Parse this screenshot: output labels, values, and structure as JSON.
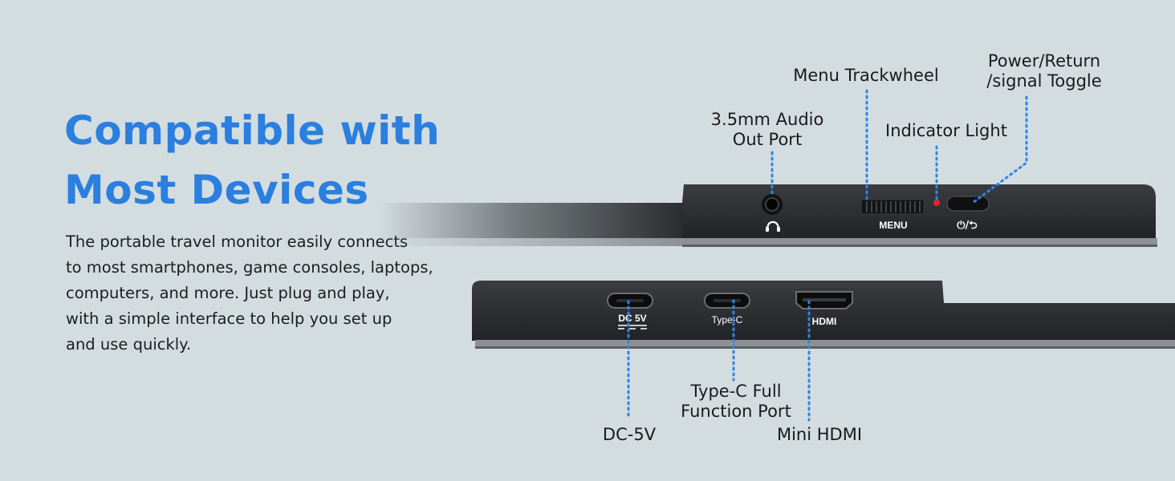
{
  "heading": {
    "line1": "Compatible with",
    "line2": "Most Devices"
  },
  "description": {
    "line1": "The portable travel monitor easily connects",
    "line2": "to most smartphones, game consoles, laptops,",
    "line3": "computers, and more. Just plug and play,",
    "line4": "with a simple interface to help you set up",
    "line5": "and use quickly."
  },
  "top_callouts": {
    "audio": {
      "line1": "3.5mm Audio",
      "line2": "Out Port"
    },
    "trackwheel": "Menu Trackwheel",
    "indicator": "Indicator Light",
    "power": {
      "line1": "Power/Return",
      "line2": "/signal Toggle"
    }
  },
  "top_panel_marks": {
    "menu": "MENU",
    "power_symbol": "⏻/⮌"
  },
  "bottom_panel_marks": {
    "dc": "DC 5V",
    "typec": "Type-C",
    "hdmi": "HDMI"
  },
  "bottom_callouts": {
    "dc": "DC-5V",
    "typec": {
      "line1": "Type-C Full",
      "line2": "Function Port"
    },
    "hdmi": "Mini HDMI"
  },
  "colors": {
    "accent": "#2a7fdf",
    "leader": "#2d86e8",
    "device": "#2b2d30",
    "indicator": "#e0262c",
    "background": "#d3dde0"
  }
}
